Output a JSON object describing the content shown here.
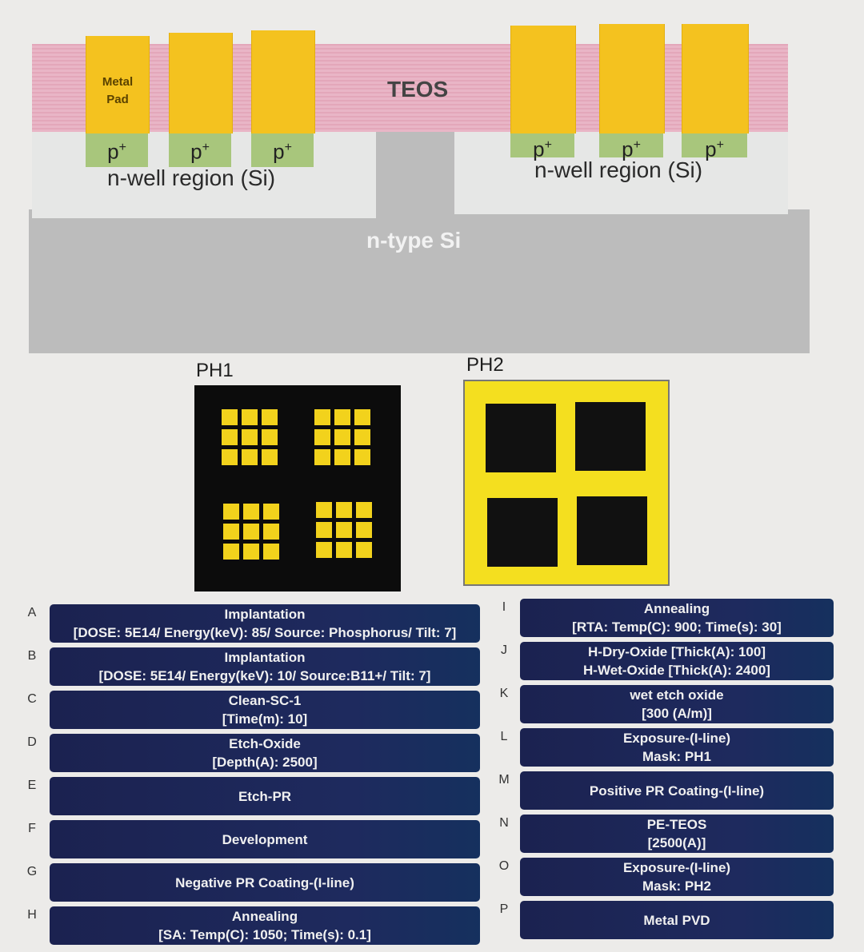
{
  "cross_section": {
    "metal_pad_line1": "Metal",
    "metal_pad_line2": "Pad",
    "teos": "TEOS",
    "p_plus": "p",
    "p_plus_sup": "+",
    "nwell_left": "n-well region (Si)",
    "nwell_right": "n-well region (Si)",
    "ntype": "n-type Si"
  },
  "masks": {
    "ph1": "PH1",
    "ph2": "PH2"
  },
  "steps_left": [
    {
      "letter": "A",
      "line1": "Implantation",
      "line2": "[DOSE: 5E14/ Energy(keV): 85/ Source: Phosphorus/ Tilt: 7]"
    },
    {
      "letter": "B",
      "line1": "Implantation",
      "line2": "[DOSE: 5E14/ Energy(keV): 10/ Source:B11+/ Tilt: 7]"
    },
    {
      "letter": "C",
      "line1": "Clean-SC-1",
      "line2": "[Time(m): 10]"
    },
    {
      "letter": "D",
      "line1": "Etch-Oxide",
      "line2": "[Depth(A): 2500]"
    },
    {
      "letter": "E",
      "line1": "Etch-PR",
      "line2": ""
    },
    {
      "letter": "F",
      "line1": "Development",
      "line2": ""
    },
    {
      "letter": "G",
      "line1": "Negative PR Coating-(I-line)",
      "line2": ""
    },
    {
      "letter": "H",
      "line1": "Annealing",
      "line2": "[SA: Temp(C): 1050; Time(s): 0.1]"
    }
  ],
  "steps_right": [
    {
      "letter": "I",
      "line1": "Annealing",
      "line2": "[RTA: Temp(C): 900; Time(s): 30]"
    },
    {
      "letter": "J",
      "line1": "H-Dry-Oxide [Thick(A): 100]",
      "line2": "H-Wet-Oxide [Thick(A): 2400]"
    },
    {
      "letter": "K",
      "line1": "wet etch oxide",
      "line2": "[300 (A/m)]"
    },
    {
      "letter": "L",
      "line1": "Exposure-(I-line)",
      "line2": "Mask: PH1"
    },
    {
      "letter": "M",
      "line1": "Positive PR Coating-(I-line)",
      "line2": ""
    },
    {
      "letter": "N",
      "line1": "PE-TEOS",
      "line2": "[2500(A)]"
    },
    {
      "letter": "O",
      "line1": "Exposure-(I-line)",
      "line2": "Mask: PH2"
    },
    {
      "letter": "P",
      "line1": "Metal PVD",
      "line2": ""
    }
  ]
}
